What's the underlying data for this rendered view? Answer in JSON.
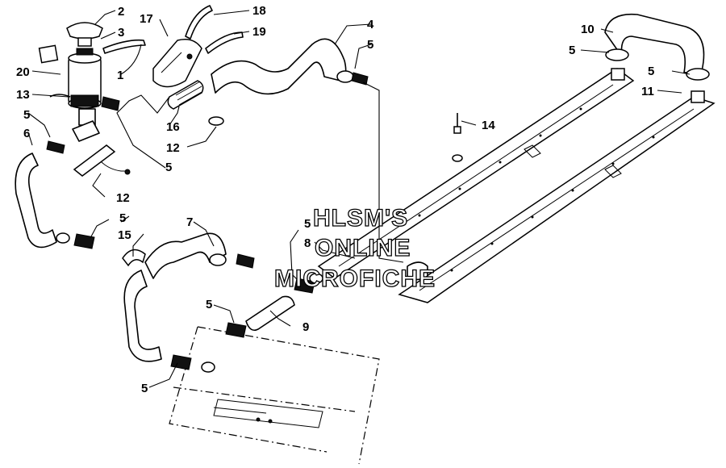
{
  "callouts": [
    "1",
    "2",
    "3",
    "4",
    "5",
    "6",
    "7",
    "8",
    "9",
    "10",
    "11",
    "12",
    "13",
    "14",
    "15",
    "16",
    "17",
    "18",
    "19",
    "20"
  ],
  "watermark": {
    "line1": "HLSM'S",
    "line2": "ONLINE",
    "line3": "MICROFICHE"
  }
}
